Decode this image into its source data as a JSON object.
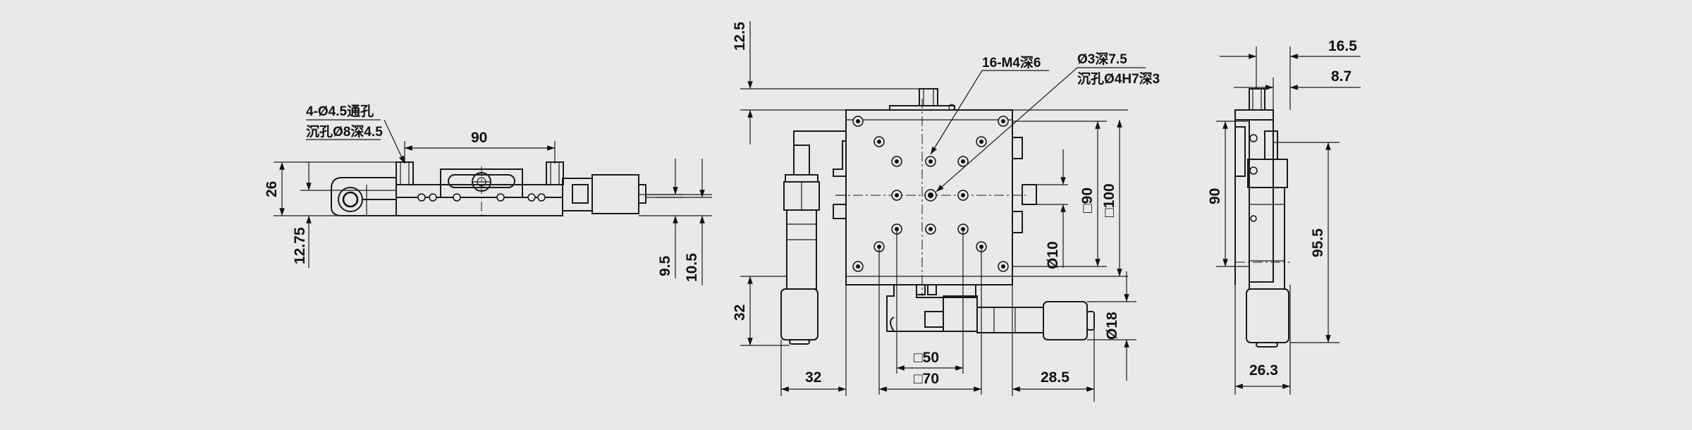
{
  "side_view": {
    "hole_note_line1": "4-Ø4.5通孔",
    "hole_note_line2": "沉孔Ø8深4.5",
    "dim_width": "90",
    "dim_height": "26",
    "dim_base": "12.75",
    "dim_9_5": "9.5",
    "dim_10_5": "10.5"
  },
  "top_view": {
    "dim_12_5": "12.5",
    "note_m4": "16-M4深6",
    "note_d3_line1": "Ø3深7.5",
    "note_d3_line2": "沉孔Ø4H7深3",
    "dim_sq90": "□90",
    "dim_sq100": "□100",
    "dim_d10": "Ø10",
    "dim_32_v": "32",
    "dim_d18": "Ø18",
    "dim_32_h": "32",
    "dim_sq50": "□50",
    "dim_sq70": "□70",
    "dim_28_5": "28.5"
  },
  "end_view": {
    "dim_16_5": "16.5",
    "dim_8_7": "8.7",
    "dim_90": "90",
    "dim_95_5": "95.5",
    "dim_26_3": "26.3"
  }
}
